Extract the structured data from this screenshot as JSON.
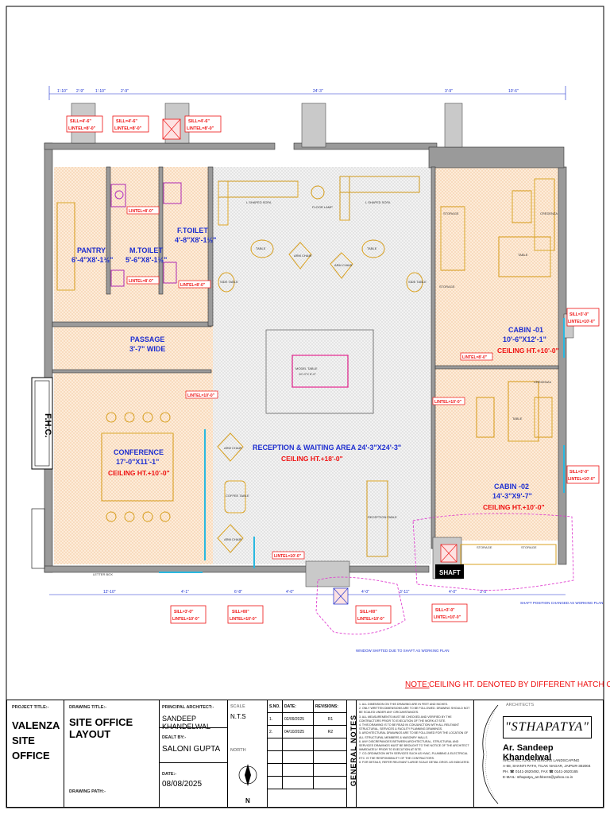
{
  "drawing": {
    "rooms": {
      "pantry": {
        "name": "PANTRY",
        "size": "6'-4\"X8'-1½\""
      },
      "mtoilet": {
        "name": "M.TOILET",
        "size": "5'-6\"X8'-1½\""
      },
      "ftoilet": {
        "name": "F.TOILET",
        "size": "4'-8\"X8'-1½\""
      },
      "passage": {
        "name": "PASSAGE",
        "size": "3'-7\" WIDE"
      },
      "conference": {
        "name": "CONFERENCE",
        "size": "17'-0\"X11'-1\"",
        "ceiling": "CEILING HT.+10'-0\""
      },
      "reception": {
        "name": "RECEPTION & WAITING AREA 24'-3\"X24'-3\"",
        "ceiling": "CEILING HT.+18'-0\""
      },
      "cabin1": {
        "name": "CABIN -01",
        "size": "10'-6\"X12'-1\"",
        "ceiling": "CEILING HT.+10'-0\""
      },
      "cabin2": {
        "name": "CABIN -02",
        "size": "14'-3\"X9'-7\"",
        "ceiling": "CEILING HT.+10'-0\""
      },
      "fhc": "F.H.C.",
      "shaft": "SHAFT"
    },
    "tags": {
      "sill_4_6": "SILL=4'-6\"",
      "lintel_8_0": "LINTEL=8'-0\"",
      "sill_3_0": "SILL=3'-0\"",
      "lintel_10_0": "LINTEL=10'-0\"",
      "sill_00": "SILL=00\"",
      "lintel_x": "LINTEL=8'-0\""
    },
    "furniture": {
      "l_sofa": "L SHAPED SOFA",
      "floor_lamp": "FLOOR LAMP",
      "side_table": "SIDE TABLE",
      "table": "TABLE",
      "arm_chair": "ARM CHAIR",
      "model_table": "MODEL TABLE",
      "model_size": "10'-0\"X 5'-0\"",
      "coffee_table": "COFFEE TABLE",
      "reception_table": "RECEPTION TABLE",
      "storage": "STORAGE",
      "credenza": "CREDENZA",
      "letter_box": "LETTER BOX"
    },
    "notes": {
      "shaft_changed": "SHAFT POSITION CHANGED AS WORKING PLAN",
      "window_shifted": "WINDOW SHIFTED DUE TO SHAFT AS WORKING PLAN"
    },
    "top_dims": [
      "1'-10\"",
      "2'-9\"",
      "1'-10\"",
      "2'-9\"",
      "24'-3\"",
      "3'-9\"",
      "10'-6\""
    ],
    "bottom_dims": [
      "12'-10\"",
      "4'-1\"",
      "6'-8\"",
      "4'-0\"",
      "4'-0\"",
      "3'-11\"",
      "4'-0\"",
      "3'-5\""
    ]
  },
  "note_banner": {
    "label": "NOTE:",
    "text": "CEILING HT. DENOTED BY DIFFERENT HATCH COLOURS"
  },
  "title_block": {
    "project_title_label": "PROJECT TITLE:-",
    "project_title": "VALENZA SITE OFFICE",
    "drawing_title_label": "DRAWING TITLE:-",
    "drawing_title": "SITE OFFICE LAYOUT",
    "drawing_path_label": "DRAWING PATH:-",
    "principal_label": "PRINCIPAL ARCHITECT:-",
    "principal": "SANDEEP KHANDELWAL",
    "dealt_label": "DEALT BY:-",
    "dealt": "SALONI GUPTA",
    "date_label": "DATE:-",
    "date": "08/08/2025",
    "scale_label": "SCALE",
    "scale": "N.T.S",
    "north_label": "NORTH",
    "north_letter": "N",
    "rev_headers": [
      "S.NO.",
      "DATE:",
      "REVISIONS:"
    ],
    "revisions": [
      {
        "no": "1.",
        "date": "02/09/2025",
        "rev": "R1"
      },
      {
        "no": "2.",
        "date": "04/10/2025",
        "rev": "R2"
      }
    ],
    "general_notes_title": "GENERAL NOTES",
    "general_notes": [
      "1. ALL DIMENSION ON THIS DRAWING ARE IN FEET AND INCHES.",
      "2. ONLY WRITTEN DIMENSIONS ARE TO BE FOLLOWED. DRAWING SHOULD NOT BE SCALED UNDER ANY CIRCUMSTANCES.",
      "3. ALL MEASUREMENTS MUST BE CHECKED AND VERIFIED BY THE CONTRACTORS PRIOR TO EXECUTION OF THE WORK AT SITE.",
      "4. THIS DRAWING IS TO BE READ IN CONJUNCTION WITH ALL RELEVANT STRUCTURAL, SERVICES & FACILITY PLANNING DRAWINGS.",
      "5. ARCHITECTURAL DRAWINGS ARE TO BE FOLLOWED FOR THE LOCATION OF ALL STRUCTURAL MEMBERS & MASONRY WALLS.",
      "6. ANY DISCREPANCIES BETWEEN ARCHITECTURAL, STRUCTURAL AND SERVICES DRAWINGS MUST BE BROUGHT TO THE NOTICE OF THE ARCHITECT IMMEDIATELY PRIOR TO EXECUTION AT SITE.",
      "7. CO-ORDINATION WITH SERVICES SUCH AS HVAC, PLUMBING & ELECTRICAL ETC. IS THE RESPONSIBILITY OF THE CONTRACTORS.",
      "8. FOR DETAILS, REFER RELEVANT LARGE SCALE DETAIL DRGS. AS INDICATED."
    ],
    "architects_label": "ARCHITECTS",
    "firm": "\"STHAPATYA\"",
    "architect": "Ar. Sandeep Khandelwal",
    "firm_line1": "ARCHITECTURE INTERIORS LANDSCAPING",
    "firm_line2": "A-68, SHANTI PATH, TILAK NAGAR, JAIPUR-302004",
    "firm_line3": "PH. ☎ 0141-2620492, FAX ☎ 0141-2620165",
    "firm_line4": "E-MAIL: sthapatya_architects@yahoo.co.in"
  }
}
